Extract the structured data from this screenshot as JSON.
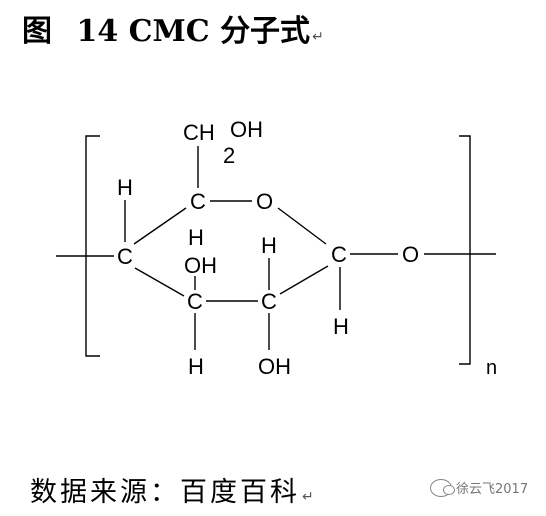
{
  "title": {
    "figure_label": "图",
    "number": "14",
    "name": "CMC 分子式",
    "mark": "↵"
  },
  "diagram": {
    "substituent_ch2": "CH",
    "substituent_sub": "2",
    "substituent_oh": "OH",
    "atoms": {
      "c_top": "C",
      "o_ring": "O",
      "c_left": "C",
      "c_right": "C",
      "c_lower_left": "C",
      "c_lower_right": "C",
      "o_glyco": "O"
    },
    "labels": {
      "h_top_left": "H",
      "h_under_top": "H",
      "h_right_up": "H",
      "oh_lower_left": "OH",
      "h_lower_left": "H",
      "oh_lower_right": "OH",
      "h_right_down": "H",
      "repeat_n": "n"
    }
  },
  "source": {
    "text": "数据来源：百度百科",
    "mark": "↵"
  },
  "watermark": {
    "text": "徐云飞2017",
    "icon": "wechat-icon"
  }
}
